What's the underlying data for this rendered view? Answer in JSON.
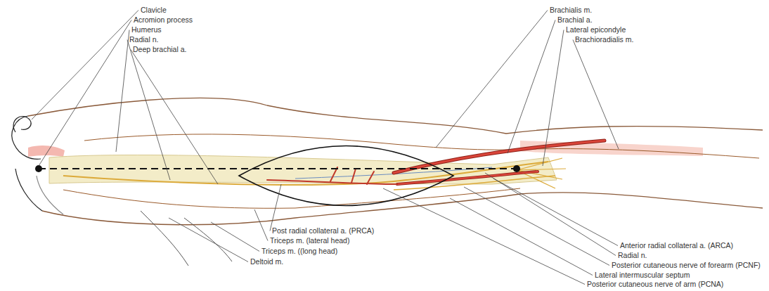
{
  "diagram": {
    "labels": [
      "Clavicle",
      "Acromion process",
      "Humerus",
      "Radial n.",
      "Deep brachial a.",
      "Brachialis m.",
      "Brachial a.",
      "Lateral epicondyle",
      "Brachioradialis m.",
      "Anterior radial collateral a. (ARCA)",
      "Radial n.",
      "Posterior cutaneous nerve of forearm (PCNF)",
      "Lateral intermuscular septum",
      "Posterior cutaneous nerve of arm (PCNA)",
      "Post radial collateral a. (PRCA)",
      "Triceps m. (lateral head)",
      "Triceps m. ((long head)",
      "Deltoid m."
    ]
  }
}
